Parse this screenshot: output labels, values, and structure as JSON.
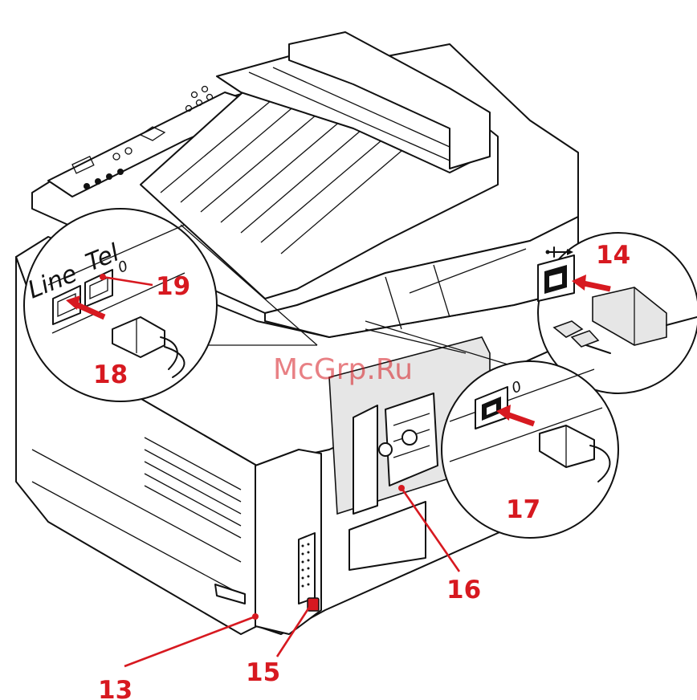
{
  "watermark": "McGrp.Ru",
  "inset_labels": {
    "line": "Line",
    "tel": "Tel",
    "phone_glyph_left": "0",
    "phone_glyph_right": "0"
  },
  "callouts": [
    {
      "id": "13",
      "label": "13"
    },
    {
      "id": "14",
      "label": "14"
    },
    {
      "id": "15",
      "label": "15"
    },
    {
      "id": "16",
      "label": "16"
    },
    {
      "id": "17",
      "label": "17"
    },
    {
      "id": "18",
      "label": "18"
    },
    {
      "id": "19",
      "label": "19"
    }
  ],
  "colors": {
    "callout": "#d71920",
    "line": "#111111",
    "background": "#ffffff"
  },
  "icons": [
    "usb-icon",
    "ethernet-port-icon",
    "phone-jack-icon"
  ]
}
